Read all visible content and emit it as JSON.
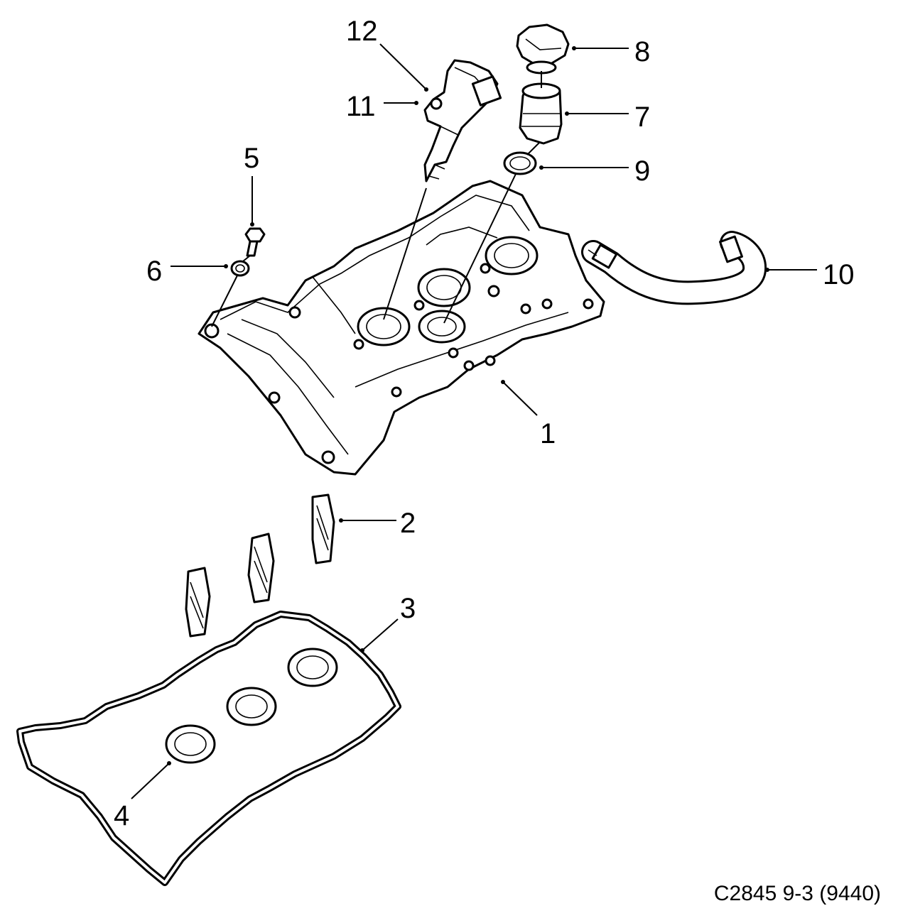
{
  "diagram": {
    "reference": "C2845 9-3 (9440)",
    "callouts": [
      "1",
      "2",
      "3",
      "4",
      "5",
      "6",
      "7",
      "8",
      "9",
      "10",
      "11",
      "12"
    ]
  }
}
